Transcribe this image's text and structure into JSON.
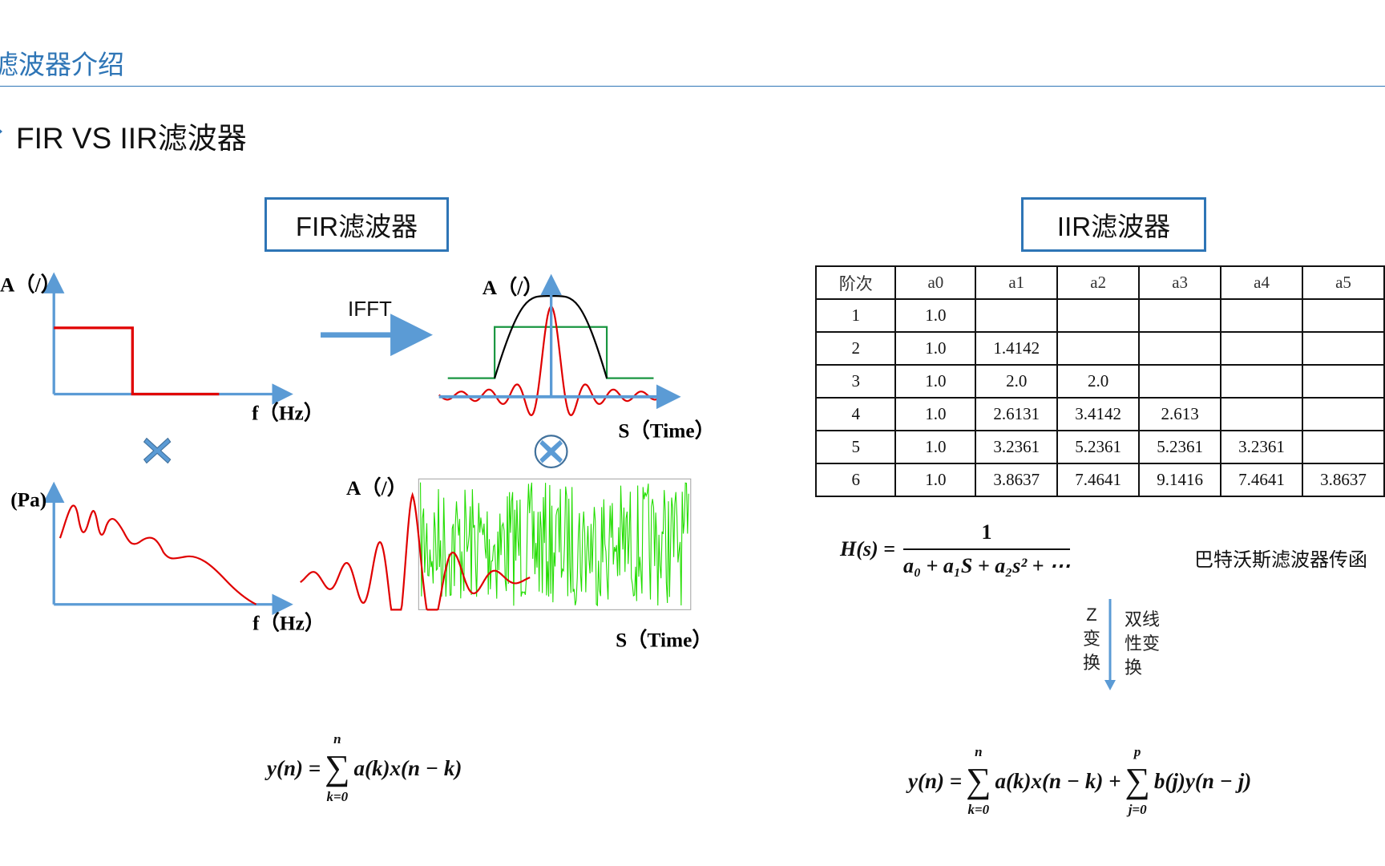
{
  "page_title": "滤波器介绍",
  "section_heading": "FIR VS IIR滤波器",
  "fir": {
    "box_label": "FIR滤波器",
    "ifft_label": "IFFT",
    "freq_response_ylabel": "A（/）",
    "freq_xlabel": "f（Hz）",
    "impulse_ylabel": "A（/）",
    "time_xlabel": "S（Time）",
    "spectrum_ylabel": "(Pa)",
    "spectrum_xlabel": "f（Hz）",
    "signal_ylabel": "A（/）",
    "signal_xlabel": "S（Time）",
    "formula": {
      "lhs": "y(n) = ",
      "sum_upper": "n",
      "sum_lower": "k=0",
      "term": "a(k)x(n − k)"
    }
  },
  "iir": {
    "box_label": "IIR滤波器",
    "table": {
      "headers": [
        "阶次",
        "a0",
        "a1",
        "a2",
        "a3",
        "a4",
        "a5"
      ],
      "rows": [
        [
          "1",
          "1.0",
          "",
          "",
          "",
          "",
          ""
        ],
        [
          "2",
          "1.0",
          "1.4142",
          "",
          "",
          "",
          ""
        ],
        [
          "3",
          "1.0",
          "2.0",
          "2.0",
          "",
          "",
          ""
        ],
        [
          "4",
          "1.0",
          "2.6131",
          "3.4142",
          "2.613",
          "",
          ""
        ],
        [
          "5",
          "1.0",
          "3.2361",
          "5.2361",
          "5.2361",
          "3.2361",
          ""
        ],
        [
          "6",
          "1.0",
          "3.8637",
          "7.4641",
          "9.1416",
          "7.4641",
          "3.8637"
        ]
      ]
    },
    "transfer_function": {
      "lhs": "H(s) =",
      "numerator": "1",
      "denominator": "a₀ + a₁S + a₂s² + ⋯"
    },
    "transfer_caption": "巴特沃斯滤波器传函",
    "z_transform_label": [
      "Z",
      "变",
      "换"
    ],
    "bilinear_label": [
      "双线",
      "性变",
      "换"
    ],
    "formula": {
      "lhs": "y(n) = ",
      "sum1_upper": "n",
      "sum1_lower": "k=0",
      "term1": "a(k)x(n − k) + ",
      "sum2_upper": "p",
      "sum2_lower": "j=0",
      "term2": "b(j)y(n − j)"
    }
  },
  "colors": {
    "accent": "#2e75b6",
    "axis": "#5b9bd5",
    "signal_red": "#e00000",
    "window_green": "#1a9641",
    "noise_green": "#22dd00"
  }
}
